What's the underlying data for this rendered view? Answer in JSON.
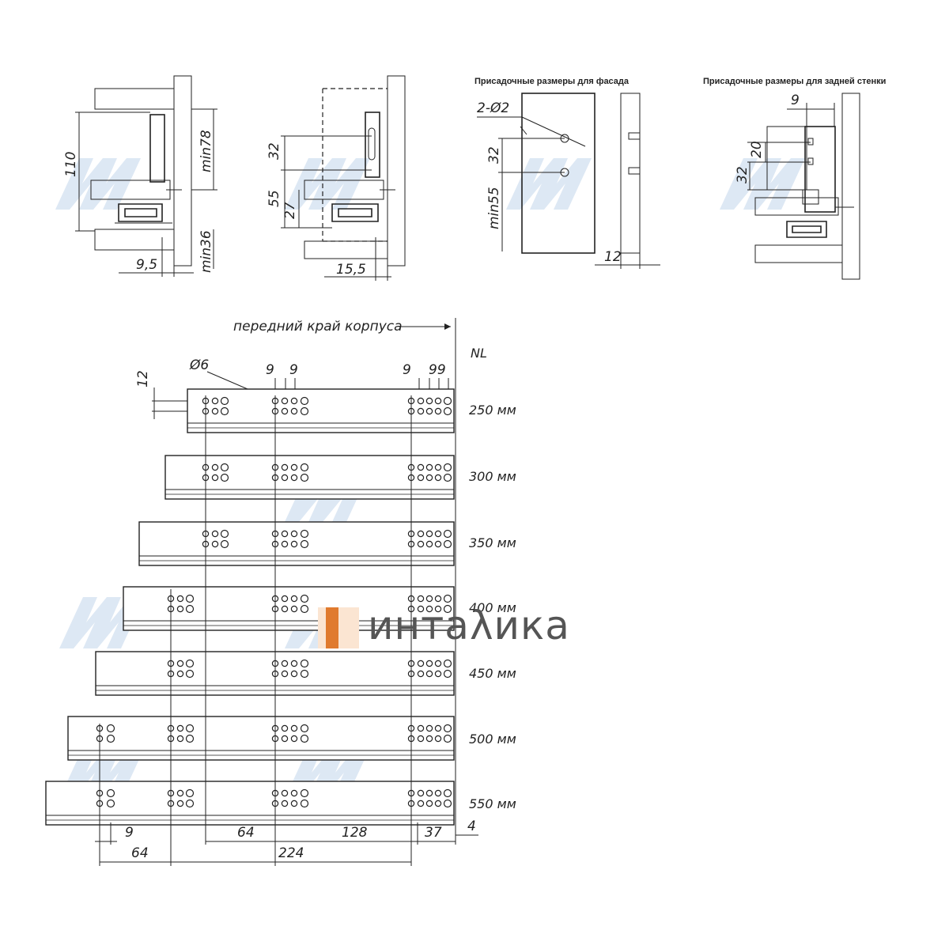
{
  "panels": {
    "p1": {
      "d110": "110",
      "dmin78": "min78",
      "dmin36": "min36",
      "d95": "9,5"
    },
    "p2": {
      "d32": "32",
      "d55": "55",
      "d27": "27",
      "d155": "15,5"
    },
    "p3": {
      "title": "Присадочные размеры для фасада",
      "d202": "2-Ø2",
      "d32": "32",
      "dmin55": "min55",
      "d12": "12"
    },
    "p4": {
      "title": "Присадочные размеры для задней стенки",
      "d9": "9",
      "d32": "32",
      "d20": "20"
    }
  },
  "rails": {
    "front_edge_label": "передний край корпуса",
    "nl_header": "NL",
    "diameter_label": "Ø6",
    "spacing_12": "12",
    "top_9a": "9",
    "top_9b": "9",
    "top_9c": "9",
    "top_99": "99",
    "lengths": [
      "250 мм",
      "300 мм",
      "350 мм",
      "400 мм",
      "450 мм",
      "500 мм",
      "550 мм"
    ],
    "bottom_9": "9",
    "bottom_64a": "64",
    "bottom_128": "128",
    "bottom_37": "37",
    "bottom_4": "4",
    "bottom_64b": "64",
    "bottom_224": "224"
  },
  "logo": {
    "text": "интаλика",
    "brand_color": "#e07a2e"
  },
  "colors": {
    "line": "#222222",
    "hatch": "#333333",
    "watermark": "#dde8f4"
  }
}
